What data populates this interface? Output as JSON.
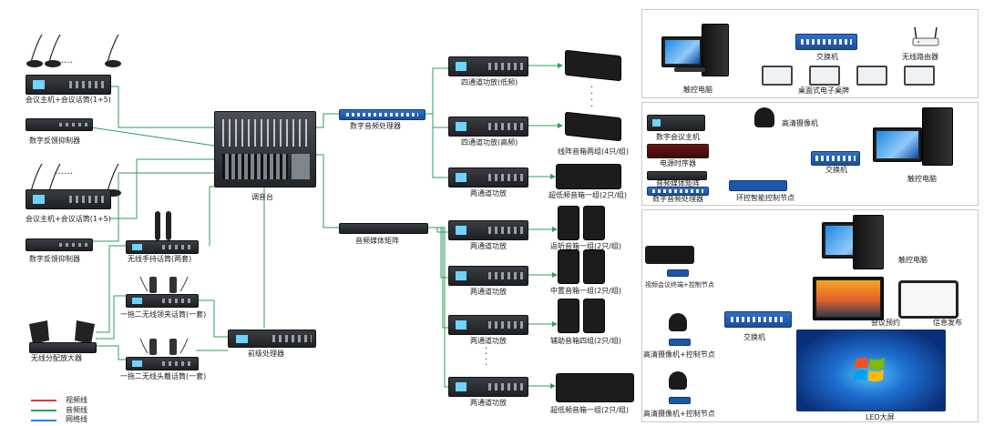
{
  "labels": {
    "conf_host_1": "会议主机+会议话筒(1+5)",
    "feedback_1": "数字反馈抑制器",
    "conf_host_2": "会议主机+会议话筒(1+5)",
    "feedback_2": "数字反馈抑制器",
    "wireless_handheld": "无线手持话筒(两套)",
    "wireless_lavalier": "一拖二无线领夹话筒(一套)",
    "wireless_headset": "一拖二无线头戴话筒(一套)",
    "wireless_splitter": "无线分配放大器",
    "pre_processor": "前级处理器",
    "mixer": "调音台",
    "digital_processor": "数字音频处理器",
    "media_matrix": "音频媒体矩阵",
    "amp_low": "四通道功放(低频)",
    "amp_high": "四通道功放(高频)",
    "line_array": "线阵音箱两组(4只/组)",
    "amp_2ch_1": "两通道功放",
    "subwoofer_1": "超低频音箱一组(2只/组)",
    "amp_2ch_2": "两通道功放",
    "return_spk": "返听音箱一组(2只/组)",
    "amp_2ch_3": "两通道功放",
    "center_spk": "中置音箱一组(2只/组)",
    "amp_2ch_4": "两通道功放",
    "aux_spk": "辅助音箱四组(2只/组)",
    "amp_2ch_5": "两通道功放",
    "subwoofer_2": "超低频音箱一组(2只/组)",
    "p1_switch": "交换机",
    "p1_router": "无线路由器",
    "p1_touch_pc": "触控电脑",
    "p1_desk_screen": "桌面式电子桌牌",
    "p2_conf_host": "数字会议主机",
    "p2_power_seq": "电源时序器",
    "p2_matrix": "音频媒体矩阵",
    "p2_processor": "数字音频处理器",
    "p2_ctrl_node": "环控智能控制节点",
    "p2_hd_camera": "高清摄像机",
    "p2_switch": "交换机",
    "p2_touch_pc": "触控电脑",
    "p3_video_terminal": "视频会议终端+控制节点",
    "p3_cam_node_1": "高清摄像机+控制节点",
    "p3_cam_node_2": "高清摄像机+控制节点",
    "p3_switch": "交换机",
    "p3_touch_pc": "触控电脑",
    "p3_meeting_book": "会议预约",
    "p3_info_pub": "信息发布",
    "p3_led": "LED大屏"
  },
  "legend": [
    {
      "label": "视频线",
      "color": "#e53935"
    },
    {
      "label": "音频线",
      "color": "#2e9e5e"
    },
    {
      "label": "网络线",
      "color": "#1e88e5"
    }
  ],
  "dots": "……",
  "colors": {
    "audio": "#2e9e5e",
    "video": "#e53935",
    "network": "#1e88e5",
    "device_dark": "#1e2024",
    "device_blue": "#1c4f9a"
  }
}
